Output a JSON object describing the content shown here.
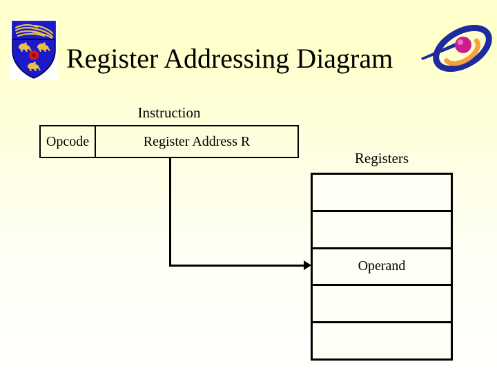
{
  "slide": {
    "background_top_color": "#ffffcc",
    "background_bottom_color": "#fffffd",
    "title": "Register Addressing Diagram"
  },
  "logos": {
    "crest": {
      "name": "university-crest",
      "shield_color": "#1a1ac8",
      "wheat_color": "#e8c04a",
      "rose_color": "#d81818",
      "lion_color": "#e8c04a"
    },
    "atom": {
      "name": "atom-orbit-logo",
      "nucleus_color": "#cc1f8e",
      "inner_ring_color": "#f5a13c",
      "outer_ring_color": "#1f2a9e"
    }
  },
  "instruction": {
    "label": "Instruction",
    "fields": [
      {
        "name": "opcode",
        "label": "Opcode"
      },
      {
        "name": "register-address",
        "label": "Register Address R"
      }
    ]
  },
  "connector": {
    "name": "register-address-to-registers-arrow",
    "direction": "down-then-right",
    "arrow_color": "#000000"
  },
  "registers": {
    "label": "Registers",
    "cells": [
      {
        "index": 0,
        "label": ""
      },
      {
        "index": 1,
        "label": ""
      },
      {
        "index": 2,
        "label": "Operand"
      },
      {
        "index": 3,
        "label": ""
      },
      {
        "index": 4,
        "label": ""
      }
    ]
  }
}
